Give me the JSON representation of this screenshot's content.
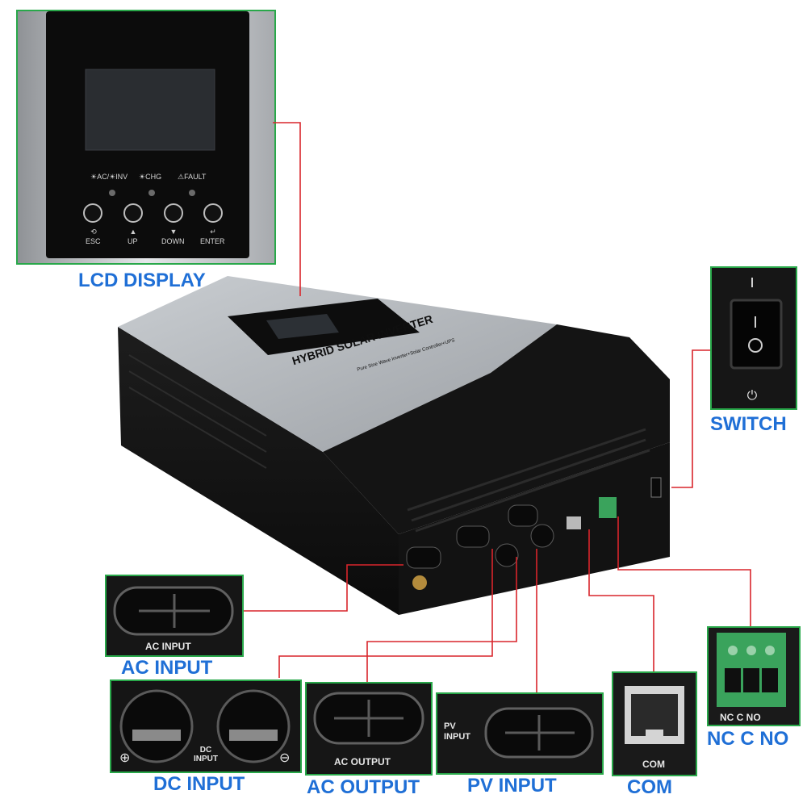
{
  "lcd_panel": {
    "indicators": [
      "☀AC/☀INV",
      "☀CHG",
      "⚠FAULT"
    ],
    "buttons": [
      "ESC",
      "UP",
      "DOWN",
      "ENTER"
    ]
  },
  "product": {
    "name": "HYBRID SOLAR INVERTER",
    "subtitle": "Pure Sine Wave Inverter+Solar Controller+UPS"
  },
  "callouts": {
    "lcd_display": "LCD DISPLAY",
    "switch": "SWITCH",
    "ac_input": "AC INPUT",
    "dc_input": "DC INPUT",
    "ac_output": "AC OUTPUT",
    "pv_input": "PV INPUT",
    "com": "COM",
    "nc_c_no": "NC C NO"
  },
  "plate_labels": {
    "ac_input": "AC INPUT",
    "dc_input": "DC INPUT",
    "ac_output": "AC OUTPUT",
    "pv_input": "PV INPUT",
    "com": "COM",
    "relay": "NC C NO",
    "switch_on": "I",
    "switch_off": "O"
  },
  "colors": {
    "callout_text": "#1f6fd6",
    "frame_border": "#29a84a",
    "leader_line": "#d9252b",
    "terminal_green": "#3aa35c"
  }
}
